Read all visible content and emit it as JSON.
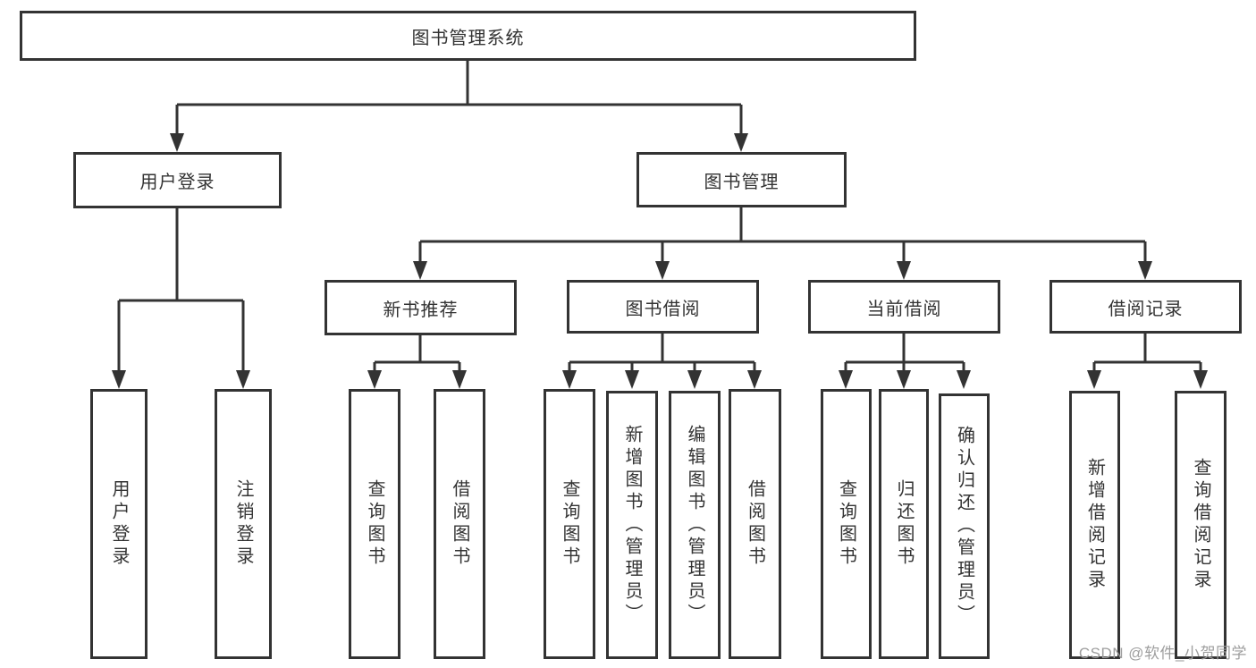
{
  "title": "图书管理系统",
  "nodes": {
    "user_login": "用户登录",
    "book_management": "图书管理",
    "login": "用户登录",
    "logout": "注销登录",
    "new_book_recommend": "新书推荐",
    "book_borrow": "图书借阅",
    "current_borrow": "当前借阅",
    "borrow_records": "借阅记录",
    "query_books_1": "查询图书",
    "borrow_books_1": "借阅图书",
    "query_books_2": "查询图书",
    "add_books_admin": "新增图书（管理员）",
    "edit_books_admin": "编辑图书（管理员）",
    "borrow_books_2": "借阅图书",
    "query_books_3": "查询图书",
    "return_books": "归还图书",
    "confirm_return_admin": "确认归还（管理员）",
    "add_borrow_record": "新增借阅记录",
    "query_borrow_record": "查询借阅记录"
  },
  "watermark": "CSDN @软件_小贺同学",
  "colors": {
    "line": "#333333",
    "text": "#333333",
    "watermark_text": "#9e9e9e",
    "background": "#ffffff"
  }
}
